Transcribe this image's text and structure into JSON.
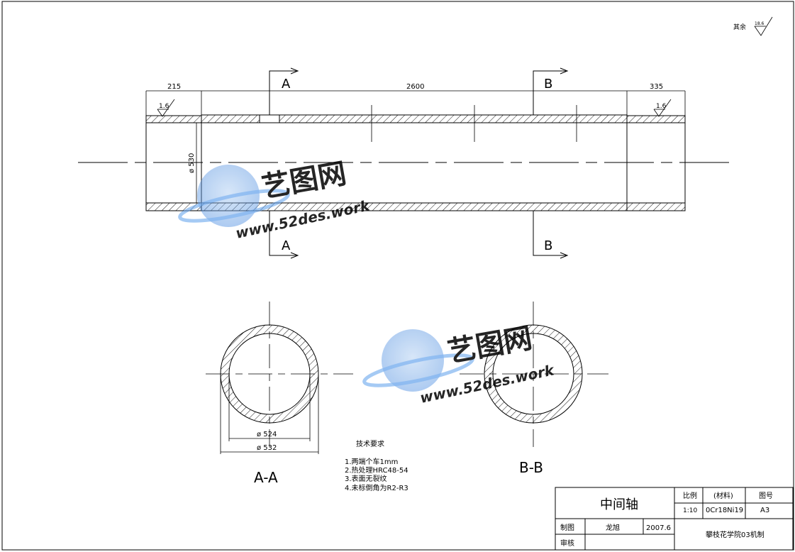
{
  "roughness_note": {
    "label": "其余",
    "value": "18.6"
  },
  "dims": {
    "left_len": "215",
    "mid_len": "2600",
    "right_len": "335",
    "dia_main": "ø 530",
    "dia_524": "ø 524",
    "dia_532": "ø 532"
  },
  "roughness_local": {
    "left": "1.6",
    "right": "1.6"
  },
  "section_marks": {
    "a": "A",
    "b": "B"
  },
  "section_views": {
    "aa": "A-A",
    "bb": "B-B"
  },
  "tech_req": {
    "title": "技术要求",
    "items": [
      "1.两端个车1mm",
      "2.热处理HRC48-54",
      "3.表面无裂纹",
      "4.未标倒角为R2-R3"
    ]
  },
  "title_block": {
    "part_name": "中间轴",
    "scale_label": "比例",
    "scale_value": "1:10",
    "material_label": "(材料)",
    "material_value": "0Cr18Ni19",
    "drawing_no_label": "图号",
    "drawing_no_value": "A3",
    "drawn_label": "制图",
    "drawn_by": "龙旭",
    "date": "2007.6",
    "review_label": "审核",
    "school": "攀枝花学院03机制"
  },
  "watermark": {
    "brand": "艺图网",
    "url": "www.52des.work"
  }
}
